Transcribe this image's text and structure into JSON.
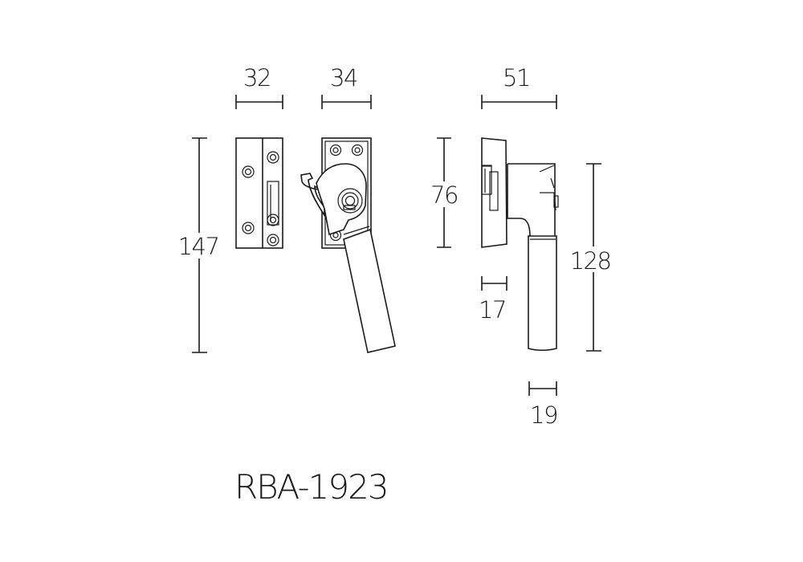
{
  "model": "RBA-1923",
  "dimensions": {
    "strike_width": "32",
    "base_width": "34",
    "side_depth": "51",
    "overall_height": "147",
    "base_height": "76",
    "handle_height": "128",
    "base_depth": "17",
    "grip_diameter": "19"
  }
}
